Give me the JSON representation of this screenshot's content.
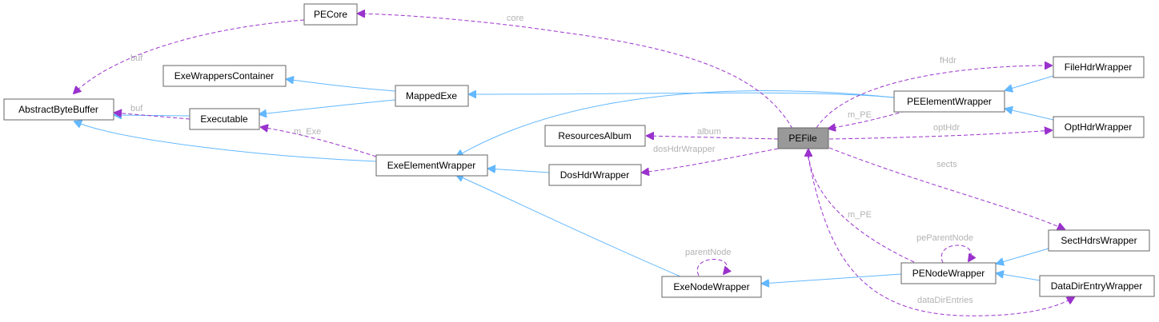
{
  "colors": {
    "inheritance_edge": "#63b8ff",
    "usage_edge": "#9a32cd",
    "focus_node": "#999999",
    "node_border": "#666666",
    "edge_label": "#b3b3b3"
  },
  "nodes": {
    "pecore": "PECore",
    "abstract_byte_buffer": "AbstractByteBuffer",
    "exe_wrappers_container": "ExeWrappersContainer",
    "executable": "Executable",
    "mapped_exe": "MappedExe",
    "exe_element_wrapper": "ExeElementWrapper",
    "resources_album": "ResourcesAlbum",
    "dos_hdr_wrapper": "DosHdrWrapper",
    "pefile": "PEFile",
    "pe_element_wrapper": "PEElementWrapper",
    "file_hdr_wrapper": "FileHdrWrapper",
    "opt_hdr_wrapper": "OptHdrWrapper",
    "sect_hdrs_wrapper": "SectHdrsWrapper",
    "pe_node_wrapper": "PENodeWrapper",
    "data_dir_entry_wrapper": "DataDirEntryWrapper",
    "exe_node_wrapper": "ExeNodeWrapper"
  },
  "edge_labels": {
    "core": "core",
    "buf_pecore": "buf",
    "buf_executable": "buf",
    "m_exe": "m_Exe",
    "album": "album",
    "dos_hdr_wrapper": "dosHdrWrapper",
    "fhdr": "fHdr",
    "m_pe_element": "m_PE",
    "opt_hdr": "optHdr",
    "sects": "sects",
    "m_pe_node": "m_PE",
    "pe_parent_node": "peParentNode",
    "parent_node": "parentNode",
    "data_dir_entries": "dataDirEntries"
  }
}
